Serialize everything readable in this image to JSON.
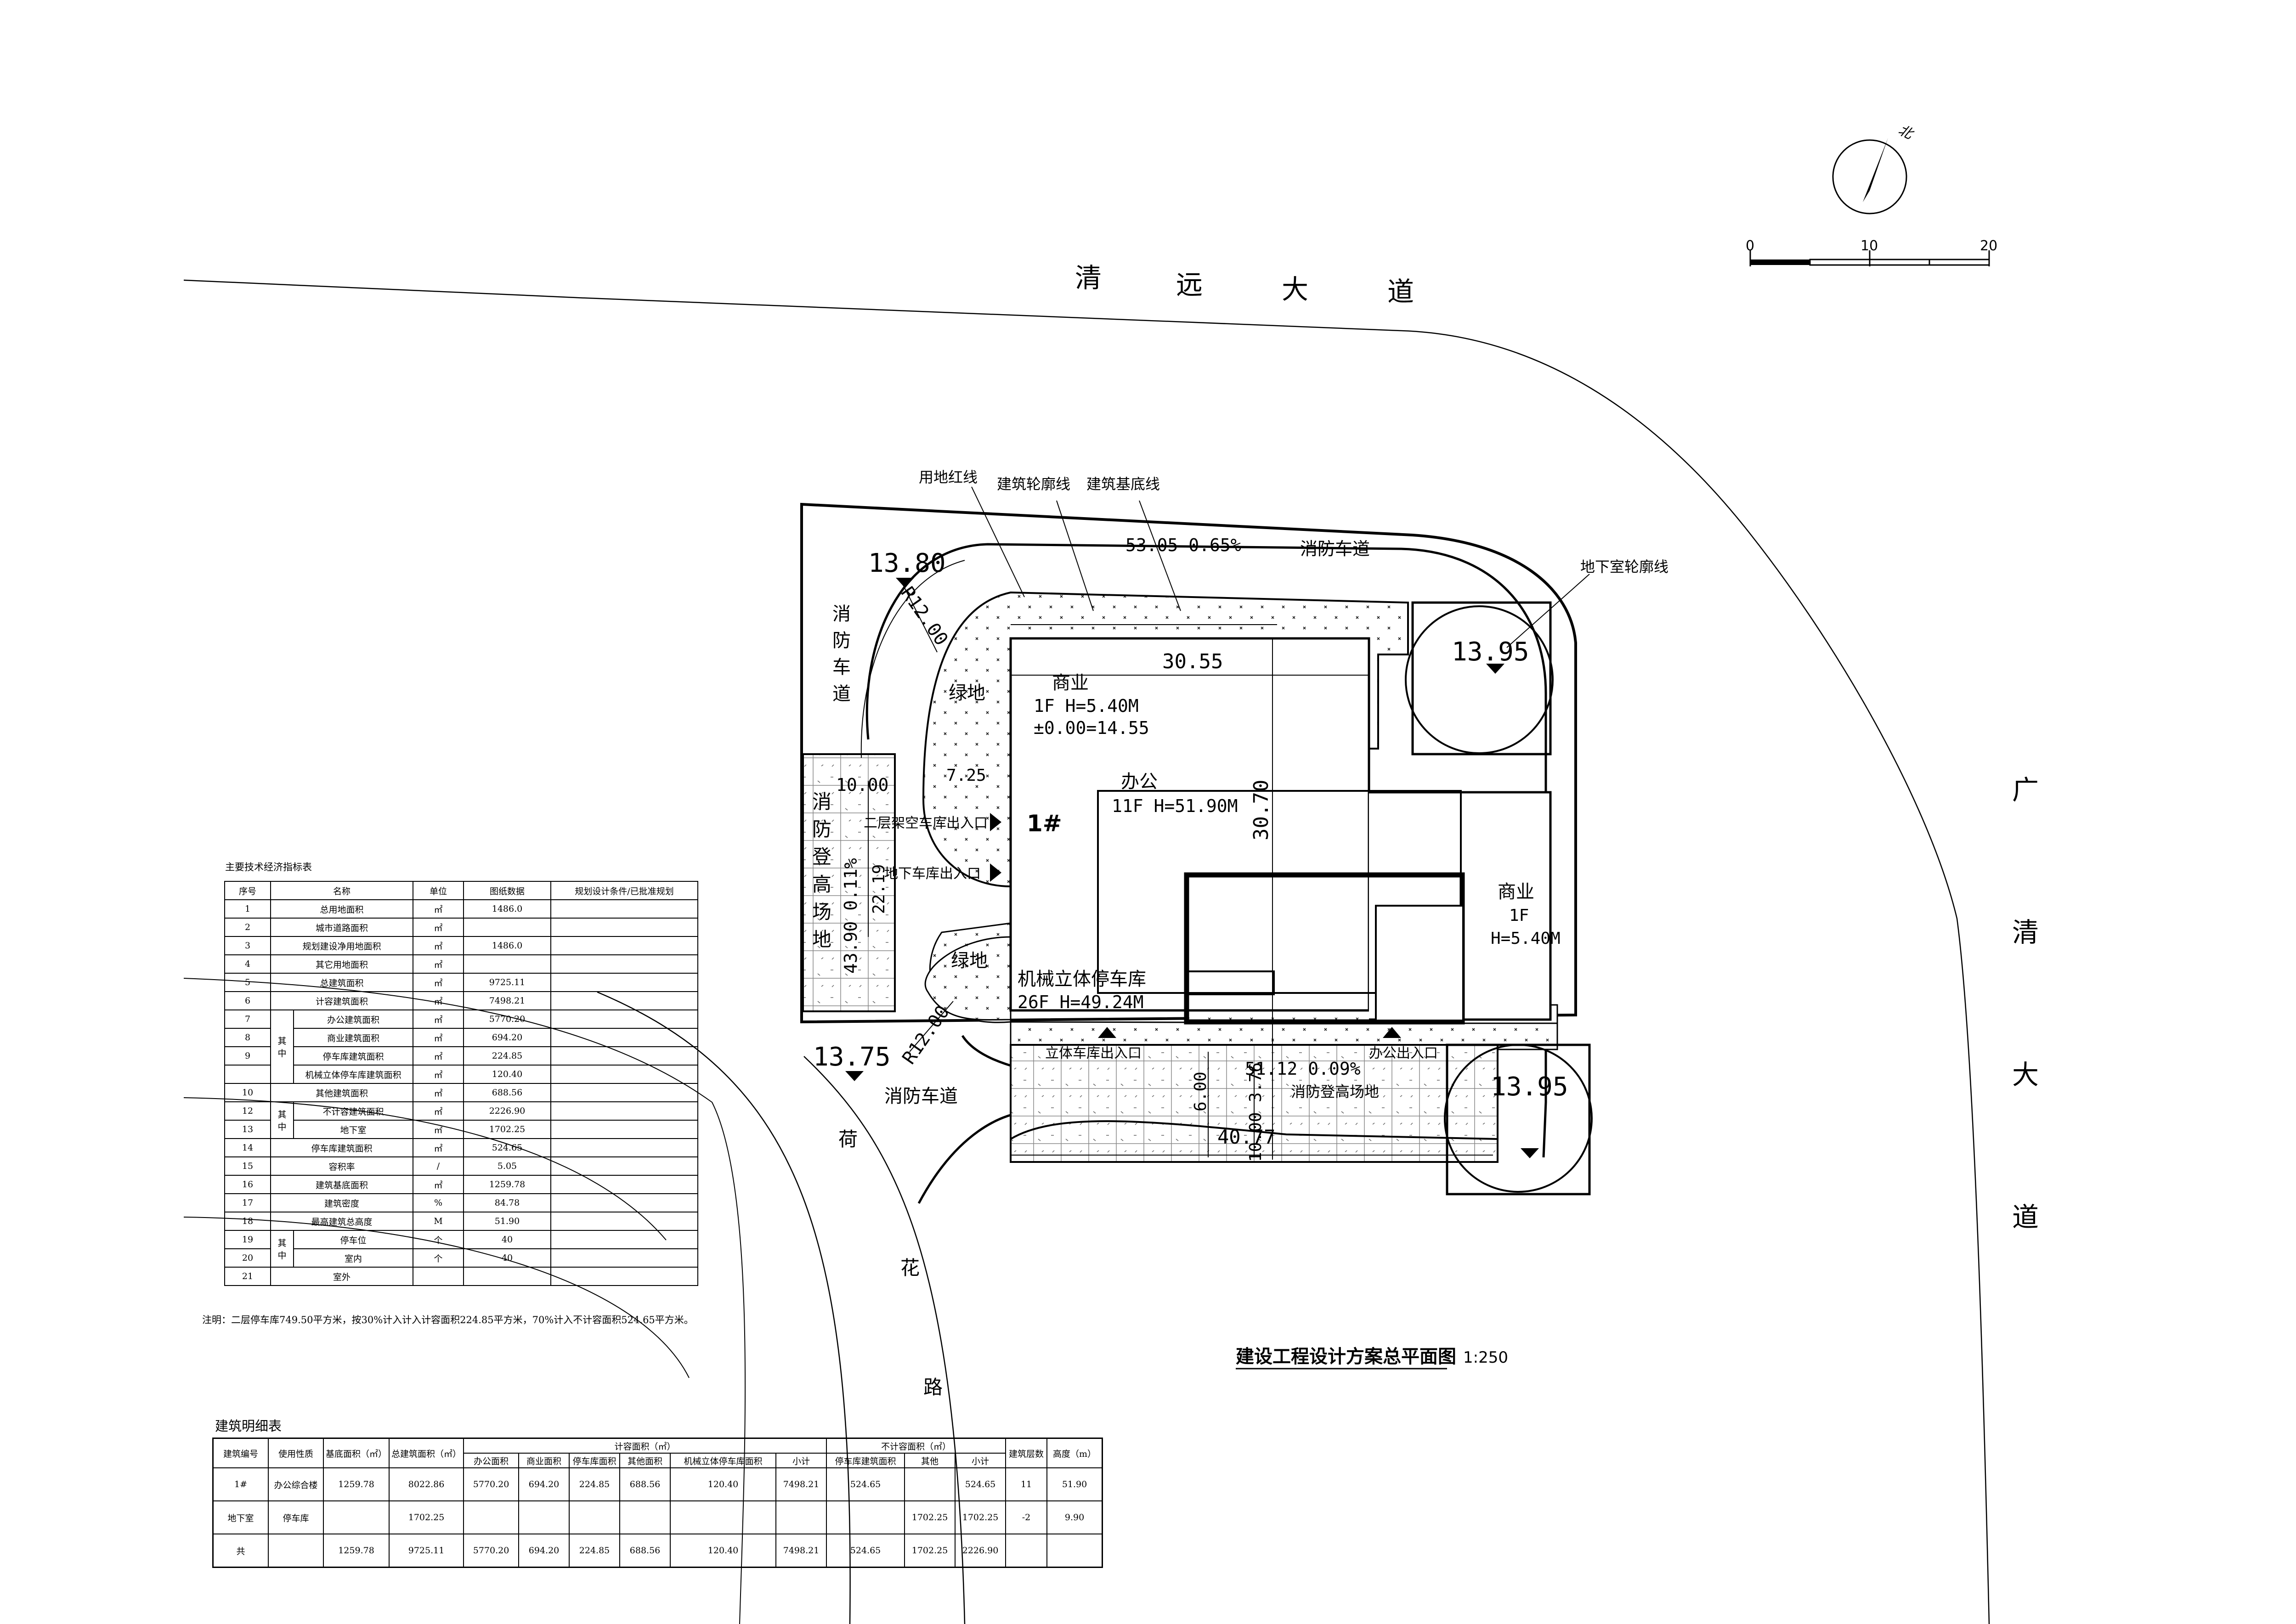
{
  "roads": {
    "north": [
      "清",
      "远",
      "大",
      "道"
    ],
    "east": [
      "广",
      "清",
      "大",
      "道"
    ],
    "south": [
      "荷",
      "花",
      "路"
    ]
  },
  "compass": {
    "label": "北"
  },
  "scale_bar": {
    "ticks": [
      "0",
      "10",
      "20"
    ]
  },
  "callouts": {
    "site_redline": "用地红线",
    "building_outline": "建筑轮廓线",
    "building_base": "建筑基底线",
    "basement_outline": "地下室轮廓线"
  },
  "elevations": {
    "nw": "13.80",
    "ne": "13.95",
    "sw": "13.75",
    "se": "13.95"
  },
  "fire_lanes": {
    "north": "消防车道",
    "west": [
      "消",
      "防",
      "车",
      "道"
    ],
    "south": "消防车道",
    "north_slope": "53.05 0.65%",
    "south_slope": "51.12 0.09%"
  },
  "radii": {
    "nw": "R12.00",
    "sw": "R12.00"
  },
  "fire_platforms": {
    "west_label": [
      "消",
      "防",
      "登",
      "高",
      "场",
      "地"
    ],
    "west_dim": "43.90 0.11%",
    "west_len": "22.19",
    "west_width": "10.00",
    "south_label": "消防登高场地"
  },
  "dimensions": {
    "top_width": "30.55",
    "height_mid": "30.70",
    "small": "7.25",
    "lower_v": "6.00",
    "lower_v2": "10.00  3.76",
    "lower_h": "40.77"
  },
  "zones": {
    "green_n": "绿地",
    "green_s": "绿地",
    "commercial_nw": [
      "商业",
      "1F H=5.40M",
      "±0.00=14.55"
    ],
    "office": [
      "办公",
      "11F H=51.90M"
    ],
    "building_no": "1#",
    "commercial_e": [
      "商业",
      "1F",
      "H=5.40M"
    ],
    "garage": [
      "机械立体停车库",
      "26F H=49.24M"
    ]
  },
  "entrances": {
    "e1": "二层架空车库出入口",
    "e2": "地下车库出入口",
    "e3": "立体车库出入口",
    "e4": "办公出入口"
  },
  "drawing_title": {
    "main": "建设工程设计方案总平面图",
    "scale": "1:250"
  },
  "indicators": {
    "title": "主要技术经济指标表",
    "headers": [
      "序号",
      "名称",
      "单位",
      "图纸数据",
      "规划设计条件/已批准规划"
    ],
    "group_labels": [
      "其",
      "中",
      "其",
      "中",
      "其",
      "中"
    ],
    "rows": [
      {
        "no": "1",
        "name": "总用地面积",
        "unit": "㎡",
        "val": "1486.0"
      },
      {
        "no": "2",
        "name": "城市道路面积",
        "unit": "㎡",
        "val": ""
      },
      {
        "no": "3",
        "name": "规划建设净用地面积",
        "unit": "㎡",
        "val": "1486.0"
      },
      {
        "no": "4",
        "name": "其它用地面积",
        "unit": "㎡",
        "val": ""
      },
      {
        "no": "5",
        "name": "总建筑面积",
        "unit": "㎡",
        "val": "9725.11"
      },
      {
        "no": "6",
        "name": "计容建筑面积",
        "unit": "㎡",
        "val": "7498.21"
      },
      {
        "no": "7",
        "name": "办公建筑面积",
        "unit": "㎡",
        "val": "5770.20"
      },
      {
        "no": "8",
        "name": "商业建筑面积",
        "unit": "㎡",
        "val": "694.20"
      },
      {
        "no": "9",
        "name": "停车库建筑面积",
        "unit": "㎡",
        "val": "224.85"
      },
      {
        "no": "",
        "name": "机械立体停车库建筑面积",
        "unit": "㎡",
        "val": "120.40"
      },
      {
        "no": "10",
        "name": "其他建筑面积",
        "unit": "㎡",
        "val": "688.56"
      },
      {
        "no": "12",
        "name": "不计容建筑面积",
        "unit": "㎡",
        "val": "2226.90"
      },
      {
        "no": "13",
        "name": "地下室",
        "unit": "㎡",
        "val": "1702.25"
      },
      {
        "no": "14",
        "name": "停车库建筑面积",
        "unit": "㎡",
        "val": "524.65"
      },
      {
        "no": "15",
        "name": "容积率",
        "unit": "/",
        "val": "5.05"
      },
      {
        "no": "16",
        "name": "建筑基底面积",
        "unit": "㎡",
        "val": "1259.78"
      },
      {
        "no": "17",
        "name": "建筑密度",
        "unit": "%",
        "val": "84.78"
      },
      {
        "no": "18",
        "name": "最高建筑总高度",
        "unit": "M",
        "val": "51.90"
      },
      {
        "no": "19",
        "name": "停车位",
        "unit": "个",
        "val": "40"
      },
      {
        "no": "20",
        "name": "室内",
        "unit": "个",
        "val": "40"
      },
      {
        "no": "21",
        "name": "室外",
        "unit": "",
        "val": ""
      }
    ],
    "note": "注明：二层停车库749.50平方米，按30%计入计入计容面积224.85平方米，70%计入不计容面积524.65平方米。"
  },
  "buildings": {
    "title": "建筑明细表",
    "h": {
      "no": "建筑编号",
      "use": "使用性质",
      "base": "基底面积（㎡）",
      "total": "总建筑面积（㎡）",
      "far_group": "计容面积（㎡）",
      "nonfar_group": "不计容面积（㎡）",
      "floors": "建筑层数",
      "height": "高度（m）",
      "c1": "办公面积",
      "c2": "商业面积",
      "c3": "停车库面积",
      "c4": "其他面积",
      "c5": "机械立体停车库面积",
      "c6": "小计",
      "d1": "停车库建筑面积",
      "d2": "其他",
      "d3": "小计"
    },
    "rows": [
      [
        "1#",
        "办公综合楼",
        "1259.78",
        "8022.86",
        "5770.20",
        "694.20",
        "224.85",
        "688.56",
        "120.40",
        "7498.21",
        "524.65",
        "",
        "524.65",
        "11",
        "51.90"
      ],
      [
        "地下室",
        "停车库",
        "",
        "1702.25",
        "",
        "",
        "",
        "",
        "",
        "",
        "",
        "1702.25",
        "1702.25",
        "-2",
        "9.90"
      ],
      [
        "共",
        "",
        "1259.78",
        "9725.11",
        "5770.20",
        "694.20",
        "224.85",
        "688.56",
        "120.40",
        "7498.21",
        "524.65",
        "1702.25",
        "2226.90",
        "",
        ""
      ]
    ]
  }
}
